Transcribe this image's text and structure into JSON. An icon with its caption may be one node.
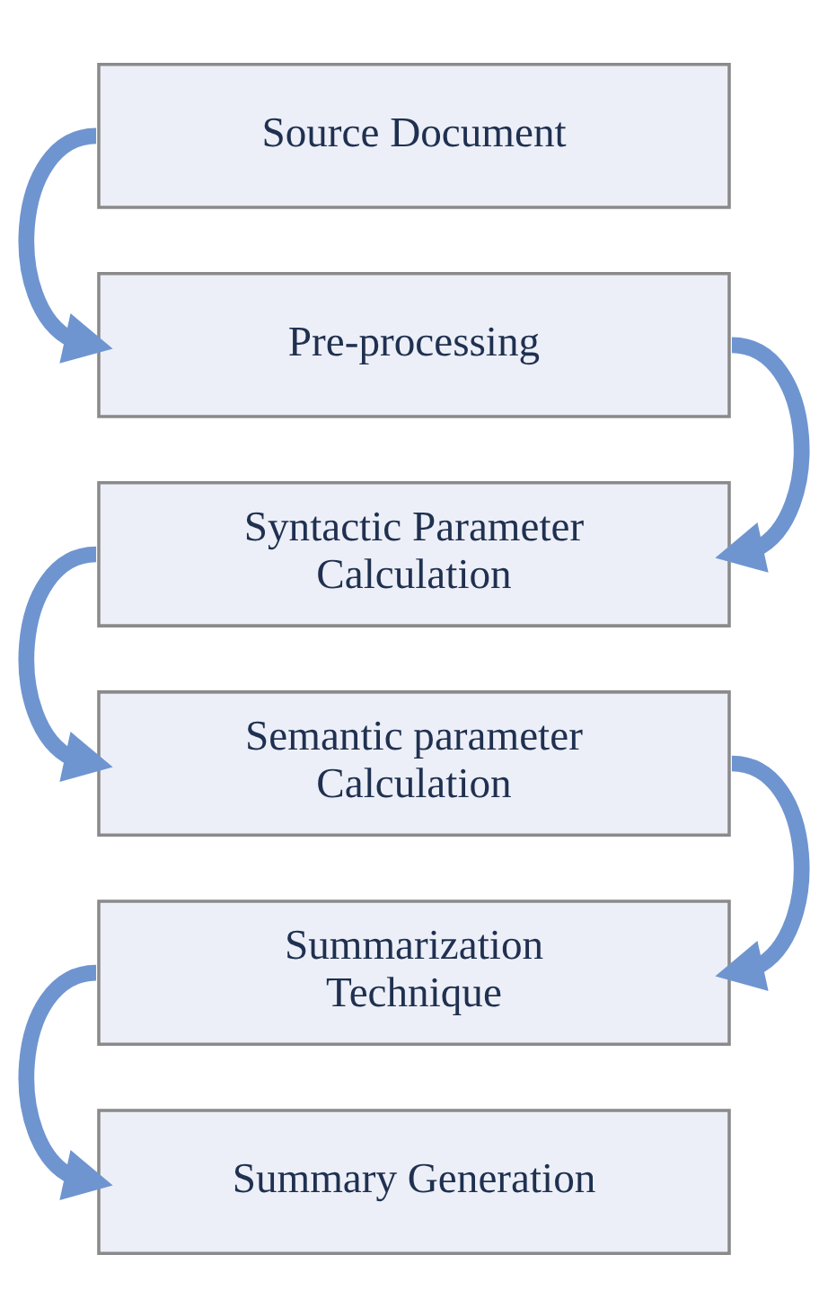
{
  "diagram": {
    "nodes": [
      {
        "text": [
          "Source Document"
        ]
      },
      {
        "text": [
          "Pre-processing"
        ]
      },
      {
        "text": [
          "Syntactic Parameter Calculation"
        ]
      },
      {
        "text": [
          "Semantic parameter Calculation"
        ]
      },
      {
        "text": [
          "Summarization Technique"
        ]
      },
      {
        "text": [
          "Summary Generation"
        ]
      }
    ],
    "edges": [
      {
        "from": 0,
        "to": 1,
        "arrow": "to"
      },
      {
        "from": 1,
        "to": 2,
        "arrow": "to"
      },
      {
        "from": 2,
        "to": 3,
        "arrow": "to"
      },
      {
        "from": 3,
        "to": 4,
        "arrow": "to"
      },
      {
        "from": 4,
        "to": 5,
        "arrow": "to"
      }
    ]
  }
}
